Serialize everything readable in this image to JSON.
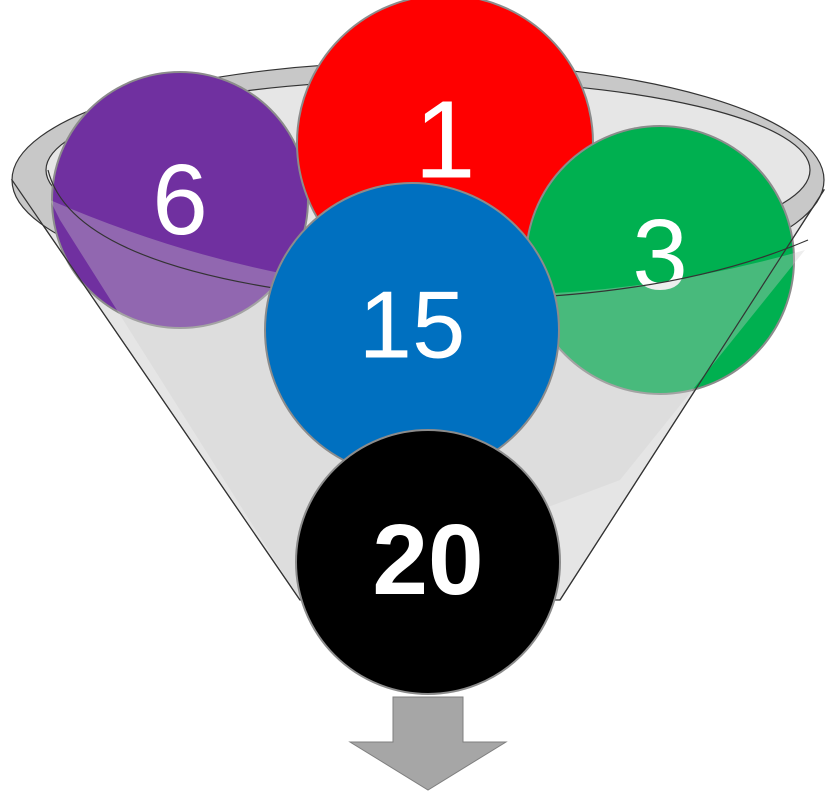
{
  "balls": [
    {
      "id": "purple",
      "label": "6",
      "color": "#7030A0"
    },
    {
      "id": "red",
      "label": "1",
      "color": "#FF0000"
    },
    {
      "id": "green",
      "label": "3",
      "color": "#00B050"
    },
    {
      "id": "blue",
      "label": "15",
      "color": "#0070C0"
    },
    {
      "id": "black",
      "label": "20",
      "color": "#000000"
    }
  ],
  "colors": {
    "funnel_fill": "#DCDCDC",
    "funnel_rim": "#C8C8C8",
    "funnel_stroke": "#333333",
    "arrow": "#A6A6A6"
  }
}
